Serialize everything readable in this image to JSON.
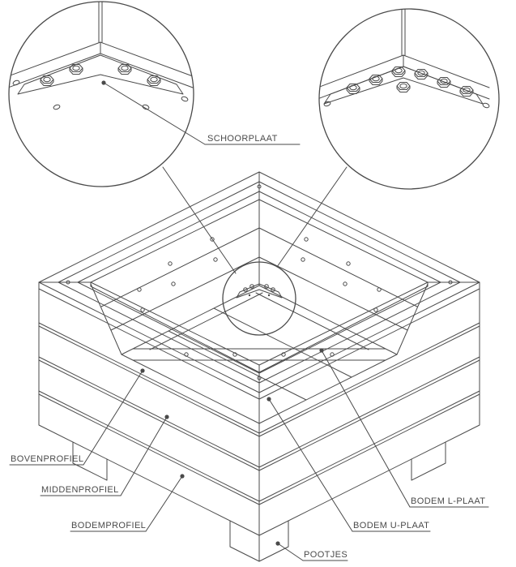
{
  "diagram": {
    "type": "technical-drawing",
    "labels": {
      "schoorplaat": "SCHOORPLAAT",
      "bovenprofiel": "BOVENPROFIEL",
      "middenprofiel": "MIDDENPROFIEL",
      "bodemprofiel": "BODEMPROFIEL",
      "bodem_l_plaat": "BODEM L-PLAAT",
      "bodem_u_plaat": "BODEM U-PLAAT",
      "pootjes": "POOTJES"
    },
    "colors": {
      "line": "#4a4a4a",
      "text": "#4a4a4a",
      "background": "#ffffff"
    }
  }
}
